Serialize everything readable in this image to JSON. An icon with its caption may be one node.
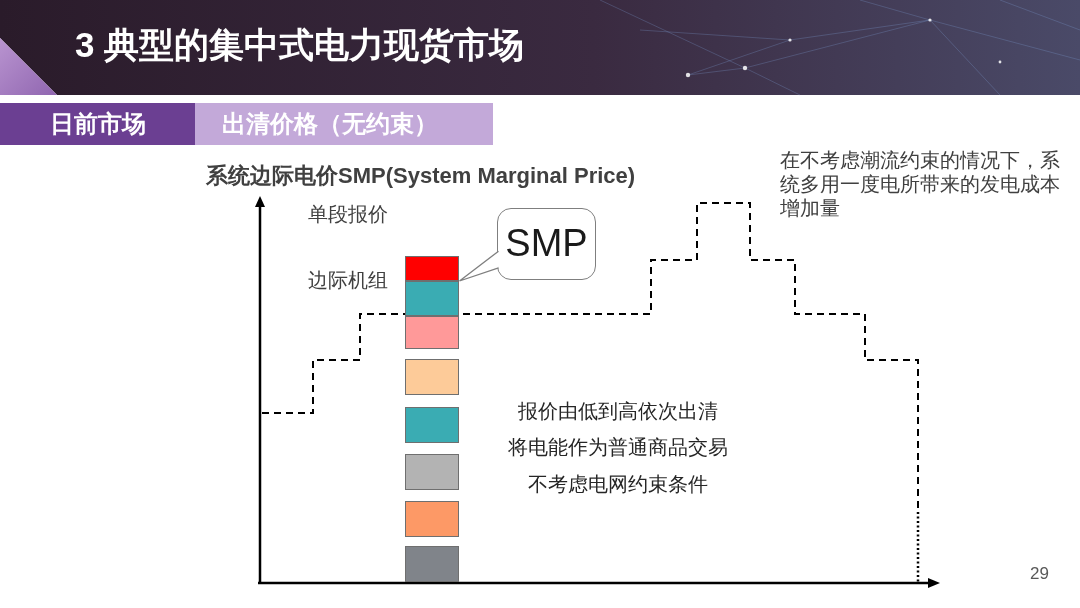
{
  "diagram": {
    "title": "3 典型的集中式电力现货市场",
    "nodes": [
      {
        "text": [
          "日前市场"
        ]
      },
      {
        "text": [
          "出清价格（无约束）"
        ]
      },
      {
        "text": [
          "SMP"
        ]
      },
      {
        "text": [],
        "shape": "box"
      },
      {
        "text": [],
        "shape": "box"
      },
      {
        "text": [],
        "shape": "box"
      },
      {
        "text": [],
        "shape": "box"
      },
      {
        "text": [],
        "shape": "box"
      },
      {
        "text": [],
        "shape": "box"
      },
      {
        "text": [],
        "shape": "box"
      },
      {
        "text": [],
        "shape": "box"
      }
    ],
    "edges": [
      {
        "from": 2,
        "to": 3,
        "arrow": "to"
      }
    ],
    "labels": [
      "在不考虑潮流约束的情况下，系统多用一度电所带来的发电成本增加量",
      "系统边际电价SMP(System Marginal Price)",
      "单段报价",
      "边际机组",
      "报价由低到高依次出清",
      "将电能作为普通商品交易",
      "不考虑电网约束条件",
      "29"
    ]
  }
}
